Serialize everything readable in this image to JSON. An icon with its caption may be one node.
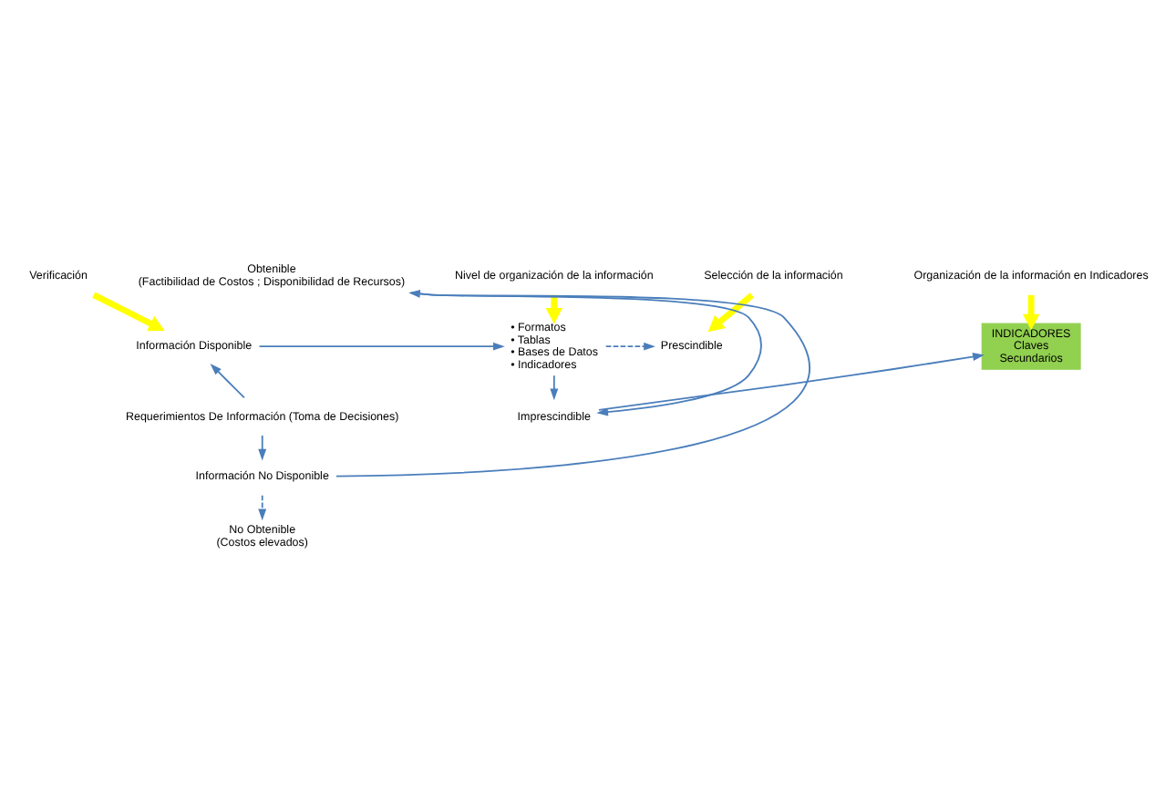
{
  "diagram": {
    "nodes": [
      {
        "text": [
          "Verificación"
        ]
      },
      {
        "text": [
          "Nivel de organización de la información"
        ]
      },
      {
        "text": [
          "Selección de la información"
        ]
      },
      {
        "text": [
          "Organización de la información en Indicadores"
        ]
      },
      {
        "text": [
          "Requerimientos De Información (Toma de Decisiones)"
        ]
      },
      {
        "text": [
          "Información Disponible"
        ]
      },
      {
        "text": [
          "• Formatos",
          "• Tablas",
          "• Bases de Datos",
          "• Indicadores"
        ]
      },
      {
        "text": [
          "Prescindible"
        ]
      },
      {
        "text": [
          "INDICADORES",
          "Claves",
          "Secundarios"
        ]
      },
      {
        "text": [
          "Imprescindible"
        ]
      },
      {
        "text": [
          "Obtenible",
          "(Factibilidad de Costos ; Disponibilidad de Recursos)"
        ]
      },
      {
        "text": [
          "Información No Disponible"
        ]
      },
      {
        "text": [
          "No Obtenible",
          "(Costos elevados)"
        ]
      }
    ],
    "edges": [
      {
        "from": 0,
        "to": 5,
        "arrow": "to",
        "style": "thick",
        "color": "#ffff00"
      },
      {
        "from": 1,
        "to": 6,
        "arrow": "to",
        "style": "thick",
        "color": "#ffff00"
      },
      {
        "from": 2,
        "to": 7,
        "arrow": "to",
        "style": "thick",
        "color": "#ffff00"
      },
      {
        "from": 3,
        "to": 8,
        "arrow": "to",
        "style": "thick",
        "color": "#ffff00"
      },
      {
        "from": 4,
        "to": 5,
        "arrow": "to"
      },
      {
        "from": 5,
        "to": 6,
        "arrow": "to"
      },
      {
        "from": 6,
        "to": 7,
        "arrow": "to",
        "style": "dashed"
      },
      {
        "from": 6,
        "to": 9,
        "arrow": "to"
      },
      {
        "from": 9,
        "to": 8,
        "arrow": "to"
      },
      {
        "from": 10,
        "to": 9,
        "arrow": "to"
      },
      {
        "from": 4,
        "to": 11,
        "arrow": "to"
      },
      {
        "from": 11,
        "to": 10,
        "arrow": "to"
      },
      {
        "from": 11,
        "to": 12,
        "arrow": "to",
        "style": "dashed"
      }
    ]
  }
}
